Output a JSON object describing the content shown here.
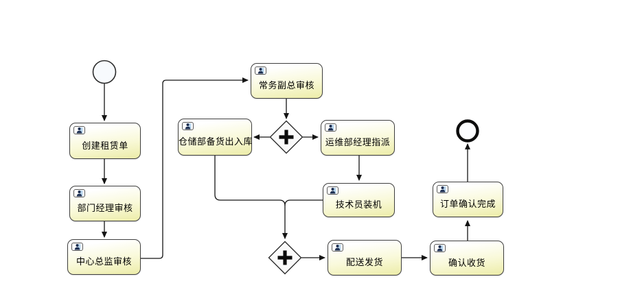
{
  "diagram": {
    "type": "bpmn-process-flowchart",
    "start_event": {
      "name": "start-event"
    },
    "end_event": {
      "name": "end-event"
    },
    "gateways": [
      {
        "id": "parallel-split-gateway",
        "type": "parallel",
        "symbol": "+"
      },
      {
        "id": "parallel-join-gateway",
        "type": "parallel",
        "symbol": "+"
      }
    ],
    "tasks": [
      {
        "id": "create-rental-order",
        "label": "创建租赁单",
        "icon": "user-task-icon"
      },
      {
        "id": "dept-manager-review",
        "label": "部门经理审核",
        "icon": "user-task-icon"
      },
      {
        "id": "center-director-review",
        "label": "中心总监审核",
        "icon": "user-task-icon"
      },
      {
        "id": "evp-review",
        "label": "常务副总审核",
        "icon": "user-task-icon"
      },
      {
        "id": "warehouse-stock-in-out",
        "label": "仓储部备货出入库",
        "icon": "user-task-icon"
      },
      {
        "id": "ops-manager-assign",
        "label": "运维部经理指派",
        "icon": "user-task-icon"
      },
      {
        "id": "technician-install",
        "label": "技术员装机",
        "icon": "user-task-icon"
      },
      {
        "id": "delivery-shipping",
        "label": "配送发货",
        "icon": "user-task-icon"
      },
      {
        "id": "confirm-receipt",
        "label": "确认收货",
        "icon": "user-task-icon"
      },
      {
        "id": "order-confirm-complete",
        "label": "订单确认完成",
        "icon": "user-task-icon"
      }
    ],
    "edges": [
      {
        "from": "start-event",
        "to": "create-rental-order"
      },
      {
        "from": "create-rental-order",
        "to": "dept-manager-review"
      },
      {
        "from": "dept-manager-review",
        "to": "center-director-review"
      },
      {
        "from": "center-director-review",
        "to": "evp-review"
      },
      {
        "from": "evp-review",
        "to": "parallel-split-gateway"
      },
      {
        "from": "parallel-split-gateway",
        "to": "warehouse-stock-in-out"
      },
      {
        "from": "parallel-split-gateway",
        "to": "ops-manager-assign"
      },
      {
        "from": "ops-manager-assign",
        "to": "technician-install"
      },
      {
        "from": "warehouse-stock-in-out",
        "to": "parallel-join-gateway"
      },
      {
        "from": "technician-install",
        "to": "parallel-join-gateway"
      },
      {
        "from": "parallel-join-gateway",
        "to": "delivery-shipping"
      },
      {
        "from": "delivery-shipping",
        "to": "confirm-receipt"
      },
      {
        "from": "confirm-receipt",
        "to": "order-confirm-complete"
      },
      {
        "from": "order-confirm-complete",
        "to": "end-event"
      }
    ]
  },
  "colors": {
    "task_fill_top": "#ffffff",
    "task_fill_bottom": "#ececa8",
    "task_border": "#3f3f3f",
    "connector": "#141414",
    "gateway_fill": "#fafafa",
    "event_fill": "#f7fafd",
    "icon_person": "#1d2f52",
    "icon_accent": "#b8d6ee"
  }
}
